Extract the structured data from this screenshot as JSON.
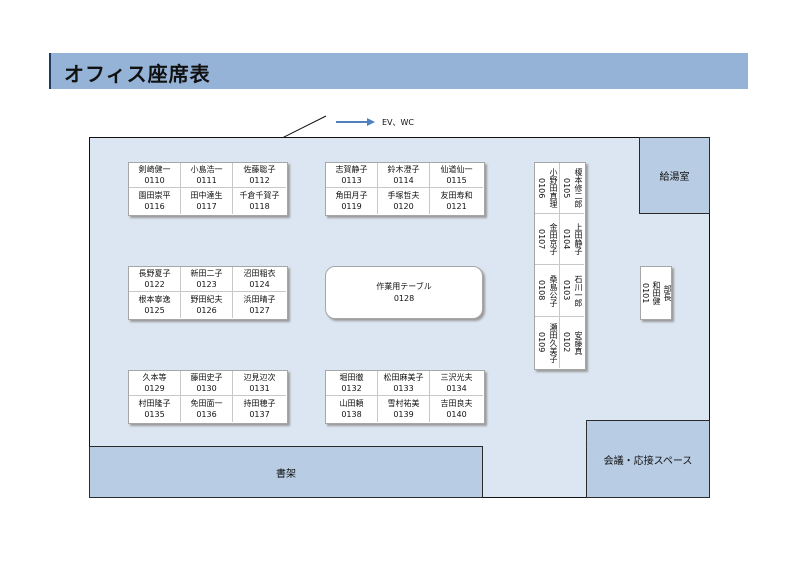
{
  "title": "オフィス座席表",
  "ev_label": "EV、WC",
  "colors": {
    "title_bg": "#95b3d7",
    "room_bg": "#dce6f2",
    "area_bg": "#b8cce4"
  },
  "seat_groups": [
    {
      "rows": [
        [
          {
            "name": "剣崎健一",
            "no": "0110"
          },
          {
            "name": "小島浩一",
            "no": "0111"
          },
          {
            "name": "佐藤聡子",
            "no": "0112"
          }
        ],
        [
          {
            "name": "園田崇平",
            "no": "0116"
          },
          {
            "name": "田中達生",
            "no": "0117"
          },
          {
            "name": "千倉千賀子",
            "no": "0118"
          }
        ]
      ]
    },
    {
      "rows": [
        [
          {
            "name": "志賀静子",
            "no": "0113"
          },
          {
            "name": "鈴木澄子",
            "no": "0114"
          },
          {
            "name": "仙道仙一",
            "no": "0115"
          }
        ],
        [
          {
            "name": "角田月子",
            "no": "0119"
          },
          {
            "name": "手塚哲夫",
            "no": "0120"
          },
          {
            "name": "友田寿和",
            "no": "0121"
          }
        ]
      ]
    },
    {
      "rows": [
        [
          {
            "name": "長野夏子",
            "no": "0122"
          },
          {
            "name": "新田二子",
            "no": "0123"
          },
          {
            "name": "沼田稲衣",
            "no": "0124"
          }
        ],
        [
          {
            "name": "根本寧逸",
            "no": "0125"
          },
          {
            "name": "野田紀夫",
            "no": "0126"
          },
          {
            "name": "浜田晴子",
            "no": "0127"
          }
        ]
      ]
    },
    {
      "rows": [
        [
          {
            "name": "久本等",
            "no": "0129"
          },
          {
            "name": "藤田史子",
            "no": "0130"
          },
          {
            "name": "辺見辺次",
            "no": "0131"
          }
        ],
        [
          {
            "name": "村田隆子",
            "no": "0135"
          },
          {
            "name": "免田面一",
            "no": "0136"
          },
          {
            "name": "持田穂子",
            "no": "0137"
          }
        ]
      ]
    },
    {
      "rows": [
        [
          {
            "name": "堀田徹",
            "no": "0132"
          },
          {
            "name": "松田麻美子",
            "no": "0133"
          },
          {
            "name": "三沢光夫",
            "no": "0134"
          }
        ],
        [
          {
            "name": "山田頼",
            "no": "0138"
          },
          {
            "name": "雪村祐美",
            "no": "0139"
          },
          {
            "name": "吉田良夫",
            "no": "0140"
          }
        ]
      ]
    }
  ],
  "vertical_seats": {
    "left": [
      {
        "name": "小野田真理",
        "no": "0106"
      },
      {
        "name": "金田京子",
        "no": "0107"
      },
      {
        "name": "桑島公子",
        "no": "0108"
      },
      {
        "name": "瀬田久美子",
        "no": "0109"
      }
    ],
    "right": [
      {
        "name": "榎本修二郎",
        "no": "0105"
      },
      {
        "name": "上田静子",
        "no": "0104"
      },
      {
        "name": "石川一郎",
        "no": "0103"
      },
      {
        "name": "安藤真",
        "no": "0102"
      }
    ]
  },
  "manager": {
    "title": "部長",
    "name": "和田健",
    "no": "0101"
  },
  "work_table": {
    "label": "作業用テーブル",
    "no": "0128"
  },
  "areas": {
    "kitchen": "給湯室",
    "shelf": "書架",
    "meeting": "会議・応接スペース"
  }
}
